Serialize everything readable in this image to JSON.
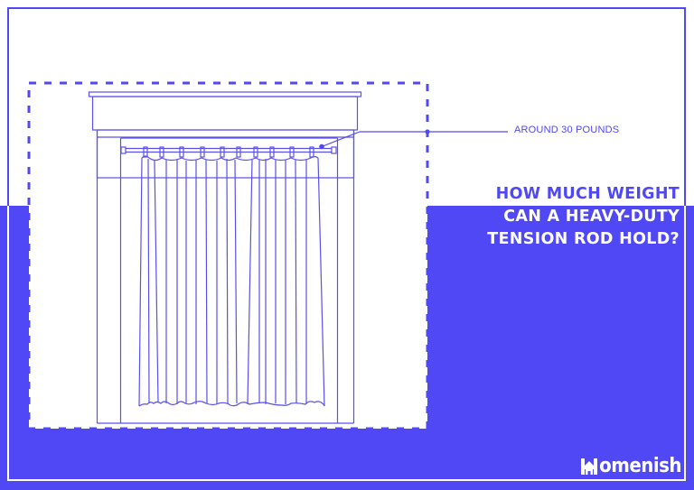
{
  "colors": {
    "brand": "#5048f5",
    "background": "#ffffff",
    "line": "#6a5fe8"
  },
  "callout": {
    "label": "AROUND 30 POUNDS"
  },
  "title": {
    "line1": "HOW MUCH WEIGHT",
    "line2": "CAN A HEAVY-DUTY",
    "line3": "TENSION ROD HOLD?"
  },
  "logo": {
    "icon": "house-icon",
    "text": "omenish"
  },
  "diagram": {
    "subject": "window with curtain on tension rod",
    "elements": [
      "dashed-boundary",
      "window-valance",
      "window-frame",
      "tension-rod",
      "curtain-rings",
      "curtain-panel",
      "callout-leader-line"
    ]
  }
}
